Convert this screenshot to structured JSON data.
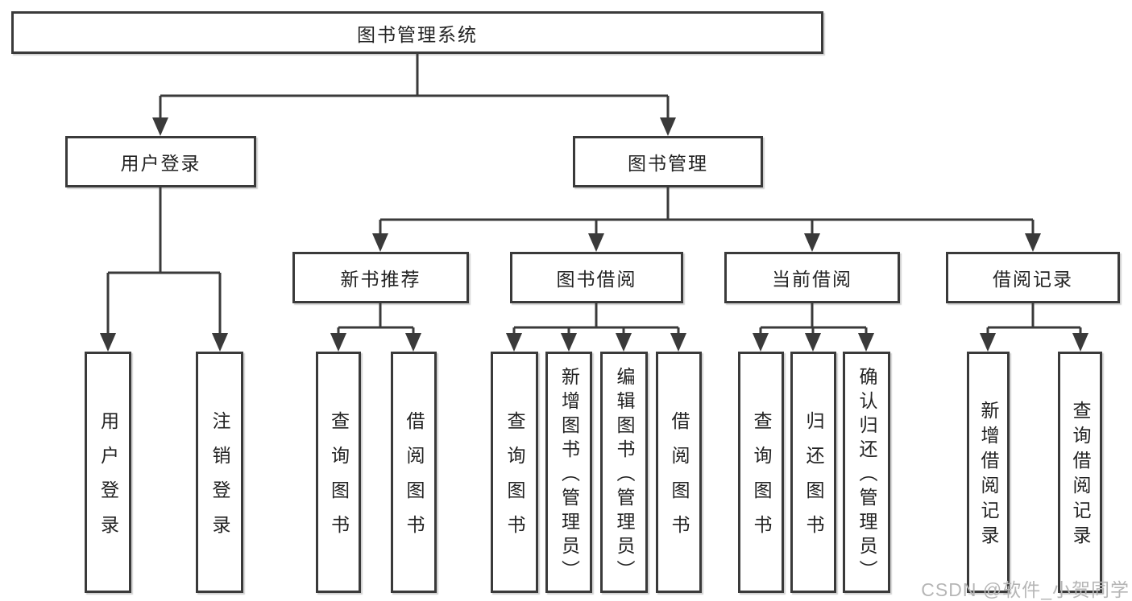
{
  "diagram": {
    "root": {
      "label": "图书管理系统"
    },
    "branches": [
      {
        "label": "用户登录",
        "children": [
          {
            "label": "用户登录"
          },
          {
            "label": "注销登录"
          }
        ]
      },
      {
        "label": "图书管理",
        "children": [
          {
            "label": "新书推荐",
            "children": [
              {
                "label": "查询图书"
              },
              {
                "label": "借阅图书"
              }
            ]
          },
          {
            "label": "图书借阅",
            "children": [
              {
                "label": "查询图书"
              },
              {
                "label": "新增图书（管理员）"
              },
              {
                "label": "编辑图书（管理员）"
              },
              {
                "label": "借阅图书"
              }
            ]
          },
          {
            "label": "当前借阅",
            "children": [
              {
                "label": "查询图书"
              },
              {
                "label": "归还图书"
              },
              {
                "label": "确认归还（管理员）"
              }
            ]
          },
          {
            "label": "借阅记录",
            "children": [
              {
                "label": "新增借阅记录"
              },
              {
                "label": "查询借阅记录"
              }
            ]
          }
        ]
      }
    ]
  },
  "watermark": {
    "text": "CSDN @软件_小贺同学"
  },
  "colors": {
    "line": "#3a3a3a",
    "text": "#222222",
    "background": "#ffffff",
    "watermark": "#b6b6b6"
  }
}
